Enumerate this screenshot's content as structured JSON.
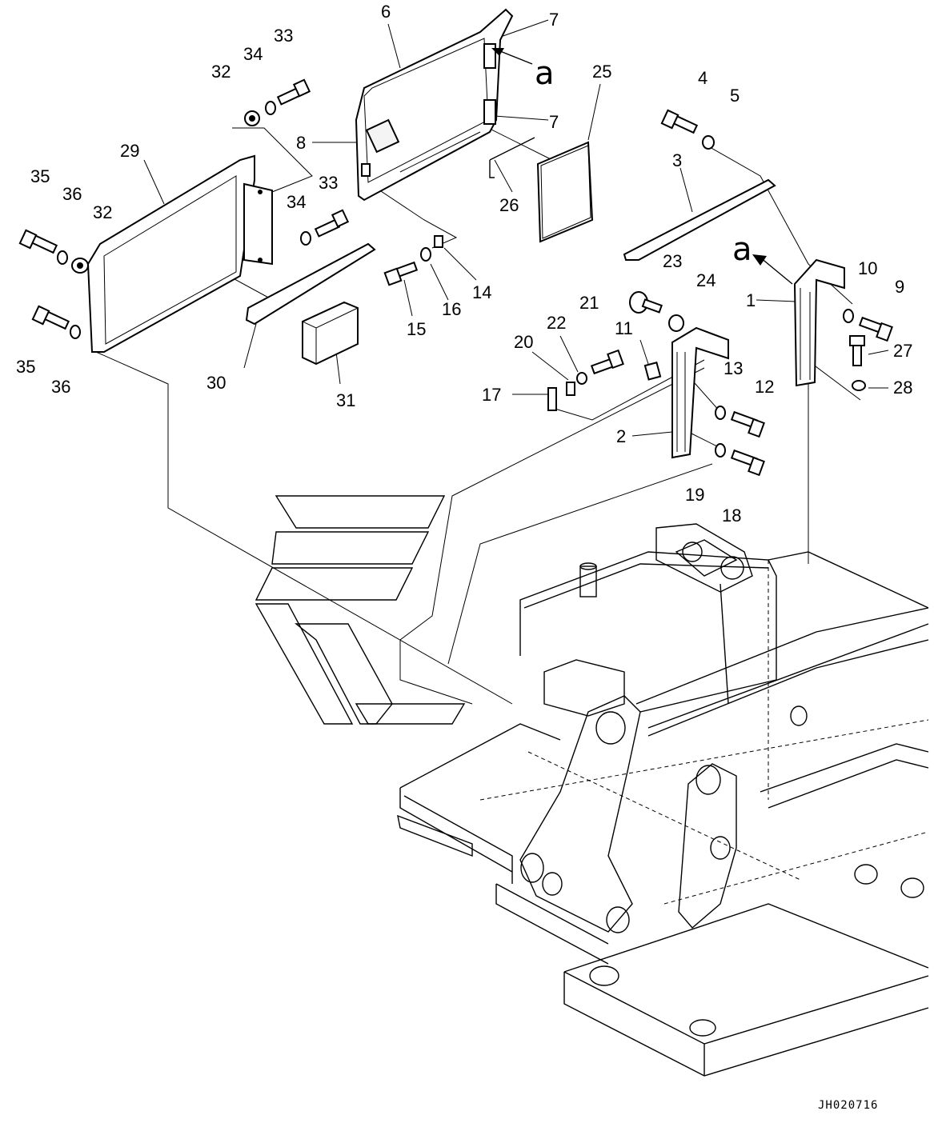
{
  "diagram": {
    "callouts": [
      {
        "id": "6",
        "text": "6"
      },
      {
        "id": "7a",
        "text": "7"
      },
      {
        "id": "7b",
        "text": "7"
      },
      {
        "id": "a_top",
        "text": "a"
      },
      {
        "id": "25",
        "text": "25"
      },
      {
        "id": "4",
        "text": "4"
      },
      {
        "id": "5",
        "text": "5"
      },
      {
        "id": "8",
        "text": "8"
      },
      {
        "id": "26",
        "text": "26"
      },
      {
        "id": "3",
        "text": "3"
      },
      {
        "id": "33a",
        "text": "33"
      },
      {
        "id": "34a",
        "text": "34"
      },
      {
        "id": "32a",
        "text": "32"
      },
      {
        "id": "29",
        "text": "29"
      },
      {
        "id": "35a",
        "text": "35"
      },
      {
        "id": "36a",
        "text": "36"
      },
      {
        "id": "32b",
        "text": "32"
      },
      {
        "id": "33b",
        "text": "33"
      },
      {
        "id": "34b",
        "text": "34"
      },
      {
        "id": "14",
        "text": "14"
      },
      {
        "id": "16",
        "text": "16"
      },
      {
        "id": "15",
        "text": "15"
      },
      {
        "id": "35b",
        "text": "35"
      },
      {
        "id": "36b",
        "text": "36"
      },
      {
        "id": "30",
        "text": "30"
      },
      {
        "id": "31",
        "text": "31"
      },
      {
        "id": "a_mid",
        "text": "a"
      },
      {
        "id": "23",
        "text": "23"
      },
      {
        "id": "24",
        "text": "24"
      },
      {
        "id": "10",
        "text": "10"
      },
      {
        "id": "9",
        "text": "9"
      },
      {
        "id": "1",
        "text": "1"
      },
      {
        "id": "21",
        "text": "21"
      },
      {
        "id": "22",
        "text": "22"
      },
      {
        "id": "20",
        "text": "20"
      },
      {
        "id": "11",
        "text": "11"
      },
      {
        "id": "27",
        "text": "27"
      },
      {
        "id": "13",
        "text": "13"
      },
      {
        "id": "12",
        "text": "12"
      },
      {
        "id": "28",
        "text": "28"
      },
      {
        "id": "17",
        "text": "17"
      },
      {
        "id": "2",
        "text": "2"
      },
      {
        "id": "19",
        "text": "19"
      },
      {
        "id": "18",
        "text": "18"
      }
    ],
    "drawing_id": "JH020716"
  }
}
